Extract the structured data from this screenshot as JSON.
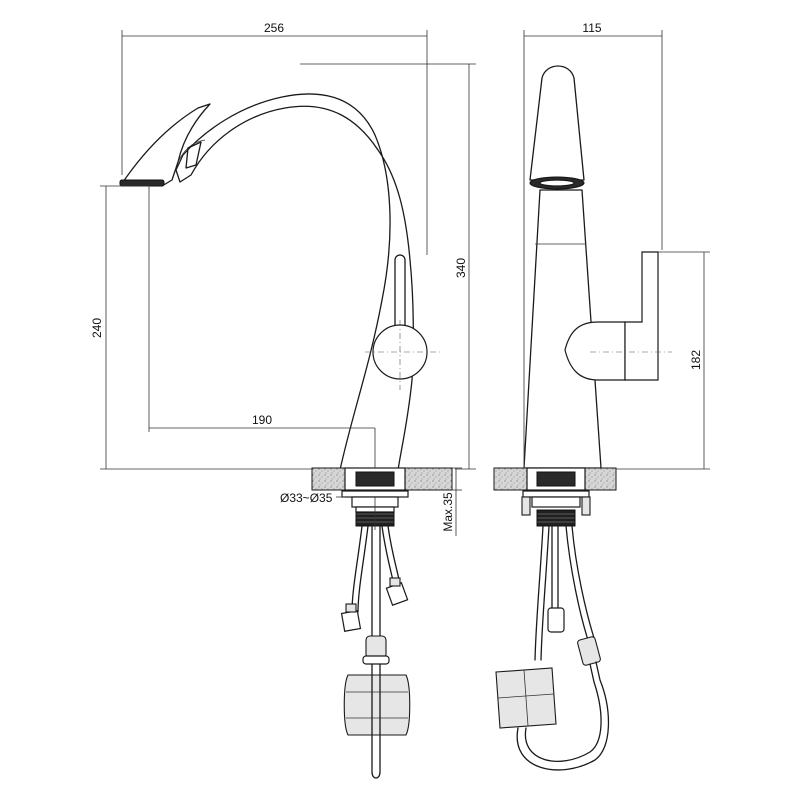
{
  "dimensions": {
    "front_width": "256",
    "side_width": "115",
    "total_height": "340",
    "spout_height": "240",
    "spout_reach": "190",
    "handle_height": "182",
    "hole_diameter": "Ø33~Ø35",
    "max_thickness": "Max.35"
  }
}
